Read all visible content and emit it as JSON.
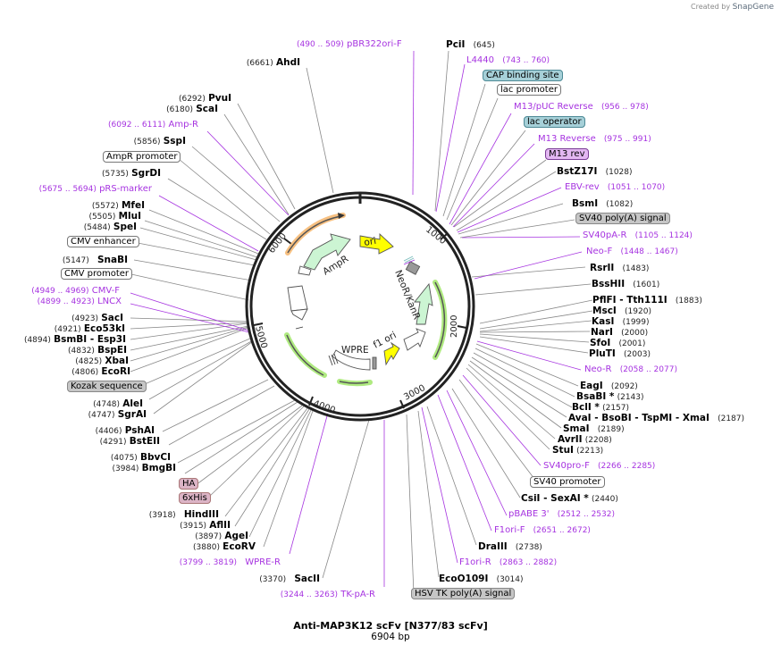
{
  "header": {
    "credit_prefix": "Created by",
    "credit_brand": "SnapGene"
  },
  "plasmid": {
    "name": "Anti-MAP3K12 scFv [N377/83 scFv]",
    "length_label": "6904 bp",
    "length": 6904
  },
  "ticks": [
    "1000",
    "2000",
    "3000",
    "4000",
    "5000",
    "6000"
  ],
  "inner_features": {
    "ori": "ori",
    "ampr": "AmpR",
    "neor": "NeoR/KanR",
    "f1ori": "f1 ori",
    "wpre": "WPRE"
  },
  "colors": {
    "primer": "#a633e0",
    "enzyme": "#000000",
    "ring": "#222222",
    "ori": "#ffff00",
    "cds": "#ccf5d3",
    "amp_arrow": "#f6b56b",
    "green_arrow": "#a6e872"
  },
  "right_labels": [
    {
      "kind": "primer",
      "name": "pBR322ori-F",
      "pos": "(490 .. 509)",
      "side": "left"
    },
    {
      "kind": "enzyme",
      "name": "PciI",
      "pos": "(645)"
    },
    {
      "kind": "primer",
      "name": "L4440",
      "pos": "(743 .. 760)"
    },
    {
      "kind": "feature",
      "style": "teal",
      "name": "CAP binding site"
    },
    {
      "kind": "feature",
      "style": "white",
      "name": "lac promoter"
    },
    {
      "kind": "primer",
      "name": "M13/pUC Reverse",
      "pos": "(956 .. 978)"
    },
    {
      "kind": "feature",
      "style": "teal",
      "name": "lac operator"
    },
    {
      "kind": "primer",
      "name": "M13 Reverse",
      "pos": "(975 .. 991)"
    },
    {
      "kind": "feature",
      "style": "violet",
      "name": "M13 rev"
    },
    {
      "kind": "enzyme",
      "name": "BstZ17I",
      "pos": "(1028)"
    },
    {
      "kind": "primer",
      "name": "EBV-rev",
      "pos": "(1051 .. 1070)"
    },
    {
      "kind": "enzyme",
      "name": "BsmI",
      "pos": "(1082)"
    },
    {
      "kind": "feature",
      "style": "grey",
      "name": "SV40 poly(A) signal"
    },
    {
      "kind": "primer",
      "name": "SV40pA-R",
      "pos": "(1105 .. 1124)"
    },
    {
      "kind": "primer",
      "name": "Neo-F",
      "pos": "(1448 .. 1467)"
    },
    {
      "kind": "enzyme",
      "name": "RsrII",
      "pos": "(1483)"
    },
    {
      "kind": "enzyme",
      "name": "BssHII",
      "pos": "(1601)"
    },
    {
      "kind": "enzyme",
      "name": "PflFI - Tth111I",
      "pos": "(1883)"
    },
    {
      "kind": "enzyme",
      "name": "MscI",
      "pos": "(1920)"
    },
    {
      "kind": "enzyme",
      "name": "KasI",
      "pos": "(1999)"
    },
    {
      "kind": "enzyme",
      "name": "NarI",
      "pos": "(2000)"
    },
    {
      "kind": "enzyme",
      "name": "SfoI",
      "pos": "(2001)"
    },
    {
      "kind": "enzyme",
      "name": "PluTI",
      "pos": "(2003)"
    },
    {
      "kind": "primer",
      "name": "Neo-R",
      "pos": "(2058 .. 2077)"
    },
    {
      "kind": "enzyme",
      "name": "EagI",
      "pos": "(2092)"
    },
    {
      "kind": "enzyme",
      "name": "BsaBI *",
      "pos": "(2143)"
    },
    {
      "kind": "enzyme",
      "name": "BclI *",
      "pos": "(2157)"
    },
    {
      "kind": "enzyme",
      "name": "AvaI - BsoBI - TspMI - XmaI",
      "pos": "(2187)"
    },
    {
      "kind": "enzyme",
      "name": "SmaI",
      "pos": "(2189)"
    },
    {
      "kind": "enzyme",
      "name": "AvrII",
      "pos": "(2208)"
    },
    {
      "kind": "enzyme",
      "name": "StuI",
      "pos": "(2213)"
    },
    {
      "kind": "primer",
      "name": "SV40pro-F",
      "pos": "(2266 .. 2285)"
    },
    {
      "kind": "feature",
      "style": "white",
      "name": "SV40 promoter"
    },
    {
      "kind": "enzyme",
      "name": "CsiI - SexAI *",
      "pos": "(2440)"
    },
    {
      "kind": "primer",
      "name": "pBABE 3'",
      "pos": "(2512 .. 2532)"
    },
    {
      "kind": "primer",
      "name": "F1ori-F",
      "pos": "(2651 .. 2672)"
    },
    {
      "kind": "enzyme",
      "name": "DraIII",
      "pos": "(2738)"
    },
    {
      "kind": "primer",
      "name": "F1ori-R",
      "pos": "(2863 .. 2882)"
    },
    {
      "kind": "enzyme",
      "name": "EcoO109I",
      "pos": "(3014)"
    },
    {
      "kind": "feature",
      "style": "grey",
      "name": "HSV TK poly(A) signal"
    }
  ],
  "left_labels": [
    {
      "kind": "primer",
      "name": "TK-pA-R",
      "pos": "(3244 .. 3263)"
    },
    {
      "kind": "enzyme",
      "name": "SacII",
      "pos": "(3370)"
    },
    {
      "kind": "primer",
      "name": "WPRE-R",
      "pos": "(3799 .. 3819)"
    },
    {
      "kind": "enzyme",
      "name": "EcoRV",
      "pos": "(3880)"
    },
    {
      "kind": "enzyme",
      "name": "AgeI",
      "pos": "(3897)"
    },
    {
      "kind": "enzyme",
      "name": "AflII",
      "pos": "(3915)"
    },
    {
      "kind": "enzyme",
      "name": "HindIII",
      "pos": "(3918)"
    },
    {
      "kind": "feature",
      "style": "pink",
      "name": "6xHis"
    },
    {
      "kind": "feature",
      "style": "pink",
      "name": "HA"
    },
    {
      "kind": "enzyme",
      "name": "BmgBI",
      "pos": "(3984)"
    },
    {
      "kind": "enzyme",
      "name": "BbvCI",
      "pos": "(4075)"
    },
    {
      "kind": "enzyme",
      "name": "BstEII",
      "pos": "(4291)"
    },
    {
      "kind": "enzyme",
      "name": "PshAI",
      "pos": "(4406)"
    },
    {
      "kind": "enzyme",
      "name": "SgrAI",
      "pos": "(4747)"
    },
    {
      "kind": "enzyme",
      "name": "AleI",
      "pos": "(4748)"
    },
    {
      "kind": "feature",
      "style": "grey",
      "name": "Kozak sequence"
    },
    {
      "kind": "enzyme",
      "name": "EcoRI",
      "pos": "(4806)"
    },
    {
      "kind": "enzyme",
      "name": "XbaI",
      "pos": "(4825)"
    },
    {
      "kind": "enzyme",
      "name": "BspEI",
      "pos": "(4832)"
    },
    {
      "kind": "enzyme",
      "name": "BsmBI - Esp3I",
      "pos": "(4894)"
    },
    {
      "kind": "enzyme",
      "name": "Eco53kI",
      "pos": "(4921)"
    },
    {
      "kind": "enzyme",
      "name": "SacI",
      "pos": "(4923)"
    },
    {
      "kind": "primer",
      "name": "LNCX",
      "pos": "(4899 .. 4923)"
    },
    {
      "kind": "primer",
      "name": "CMV-F",
      "pos": "(4949 .. 4969)"
    },
    {
      "kind": "feature",
      "style": "white",
      "name": "CMV promoter"
    },
    {
      "kind": "enzyme",
      "name": "SnaBI",
      "pos": "(5147)"
    },
    {
      "kind": "feature",
      "style": "white",
      "name": "CMV enhancer"
    },
    {
      "kind": "enzyme",
      "name": "SpeI",
      "pos": "(5484)"
    },
    {
      "kind": "enzyme",
      "name": "MluI",
      "pos": "(5505)"
    },
    {
      "kind": "enzyme",
      "name": "MfeI",
      "pos": "(5572)"
    },
    {
      "kind": "primer",
      "name": "pRS-marker",
      "pos": "(5675 .. 5694)"
    },
    {
      "kind": "enzyme",
      "name": "SgrDI",
      "pos": "(5735)"
    },
    {
      "kind": "feature",
      "style": "white",
      "name": "AmpR promoter"
    },
    {
      "kind": "enzyme",
      "name": "SspI",
      "pos": "(5856)"
    },
    {
      "kind": "primer",
      "name": "Amp-R",
      "pos": "(6092 .. 6111)"
    },
    {
      "kind": "enzyme",
      "name": "ScaI",
      "pos": "(6180)"
    },
    {
      "kind": "enzyme",
      "name": "PvuI",
      "pos": "(6292)"
    },
    {
      "kind": "enzyme",
      "name": "AhdI",
      "pos": "(6661)"
    }
  ]
}
